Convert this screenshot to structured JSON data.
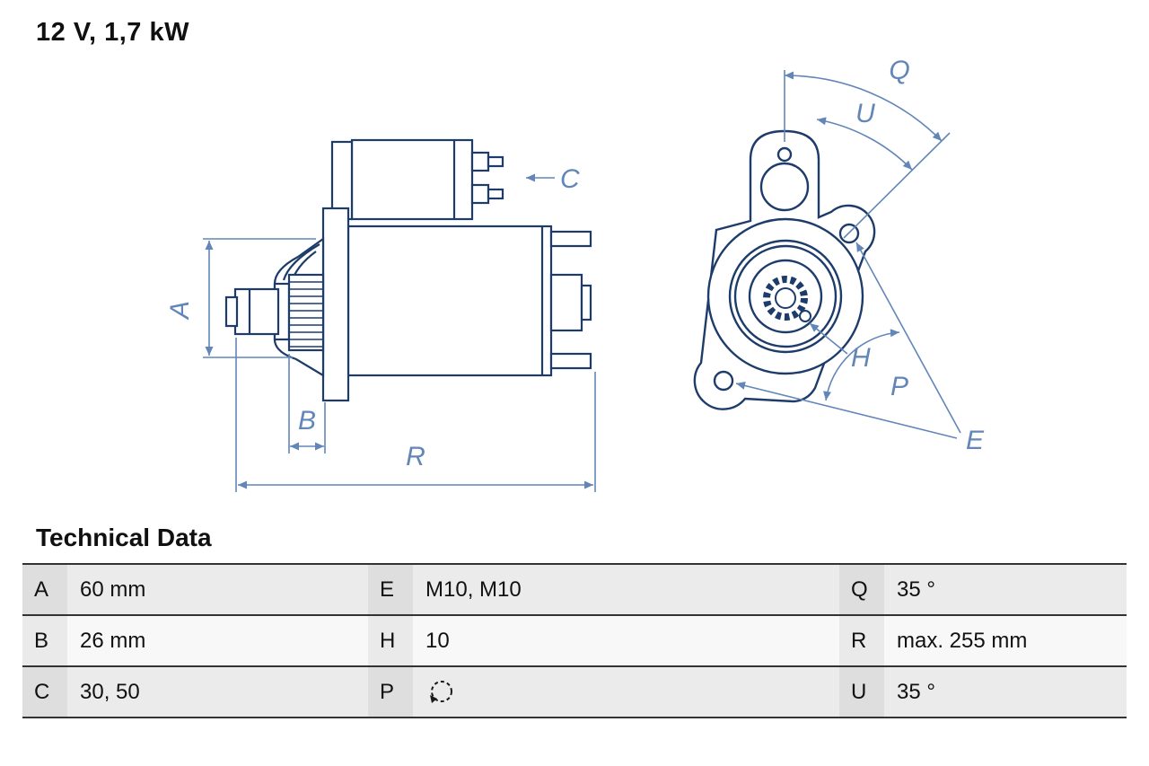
{
  "title": "12 V, 1,7 kW",
  "drawing": {
    "labels": {
      "A": "A",
      "B": "B",
      "C": "C",
      "E": "E",
      "H": "H",
      "P": "P",
      "Q": "Q",
      "R": "R",
      "U": "U"
    }
  },
  "technical_data": {
    "heading": "Technical Data",
    "rows": [
      [
        {
          "key": "A",
          "value": "60 mm"
        },
        {
          "key": "E",
          "value": "M10, M10"
        },
        {
          "key": "Q",
          "value": "35 °"
        }
      ],
      [
        {
          "key": "B",
          "value": "26 mm"
        },
        {
          "key": "H",
          "value": "10"
        },
        {
          "key": "R",
          "value": "max. 255 mm"
        }
      ],
      [
        {
          "key": "C",
          "value": "30, 50"
        },
        {
          "key": "P",
          "value_icon": "rotation-ccw"
        },
        {
          "key": "U",
          "value": "35 °"
        }
      ]
    ]
  },
  "colors": {
    "line_art": "#1d3c6b",
    "dimension": "#6286b8",
    "text": "#101010"
  }
}
